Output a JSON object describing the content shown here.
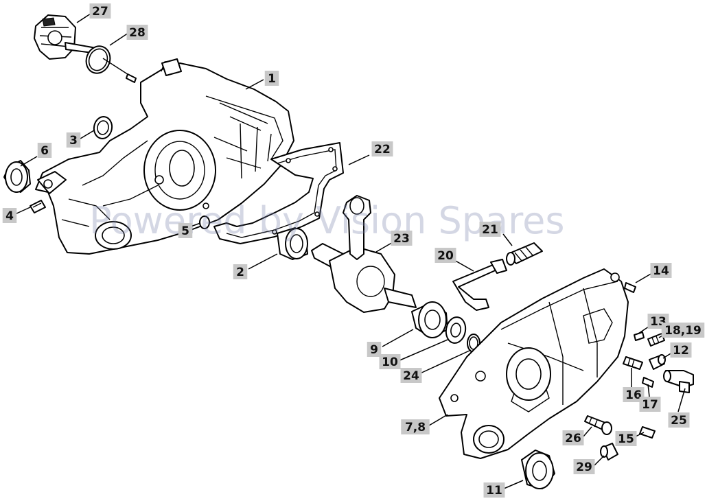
{
  "watermark": "Powered by Vision Spares",
  "callouts": [
    {
      "id": "c27",
      "label": "27"
    },
    {
      "id": "c28",
      "label": "28"
    },
    {
      "id": "c1",
      "label": "1"
    },
    {
      "id": "c3",
      "label": "3"
    },
    {
      "id": "c6",
      "label": "6"
    },
    {
      "id": "c22",
      "label": "22"
    },
    {
      "id": "c4",
      "label": "4"
    },
    {
      "id": "c5",
      "label": "5"
    },
    {
      "id": "c21",
      "label": "21"
    },
    {
      "id": "c23",
      "label": "23"
    },
    {
      "id": "c2",
      "label": "2"
    },
    {
      "id": "c20",
      "label": "20"
    },
    {
      "id": "c14",
      "label": "14"
    },
    {
      "id": "c13",
      "label": "13"
    },
    {
      "id": "c1819",
      "label": "18,19"
    },
    {
      "id": "c9",
      "label": "9"
    },
    {
      "id": "c12",
      "label": "12"
    },
    {
      "id": "c10",
      "label": "10"
    },
    {
      "id": "c24",
      "label": "24"
    },
    {
      "id": "c16",
      "label": "16"
    },
    {
      "id": "c17",
      "label": "17"
    },
    {
      "id": "c25",
      "label": "25"
    },
    {
      "id": "c78",
      "label": "7,8"
    },
    {
      "id": "c26",
      "label": "26"
    },
    {
      "id": "c15",
      "label": "15"
    },
    {
      "id": "c29",
      "label": "29"
    },
    {
      "id": "c11",
      "label": "11"
    }
  ]
}
